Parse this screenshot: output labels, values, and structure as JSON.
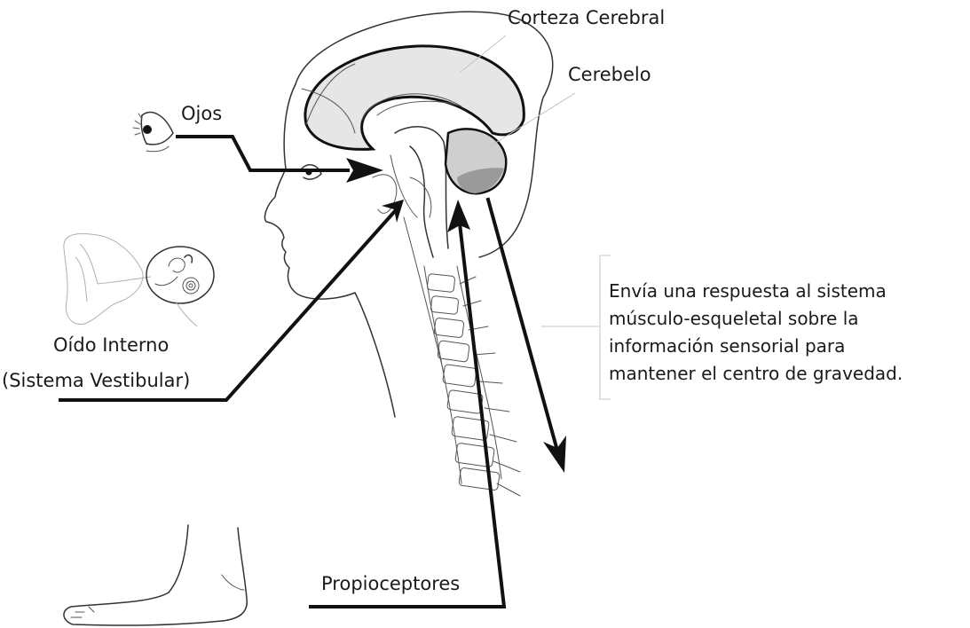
{
  "labels": {
    "corteza": "Corteza Cerebral",
    "cerebelo": "Cerebelo",
    "ojos": "Ojos",
    "oido_line1": "Oído Interno",
    "oido_line2": "(Sistema Vestibular)",
    "propioceptores": "Propioceptores",
    "description_lines": [
      "Envía una respuesta al sistema",
      "músculo-esqueletal sobre la",
      "información sensorial para",
      "mantener el centro de gravedad."
    ]
  },
  "colors": {
    "arrow": "#111111",
    "cortex_fill": "#e6e6e6",
    "cerebellum_fill": "#cfcfcf",
    "cerebellum_shade": "#9a9a9a"
  }
}
